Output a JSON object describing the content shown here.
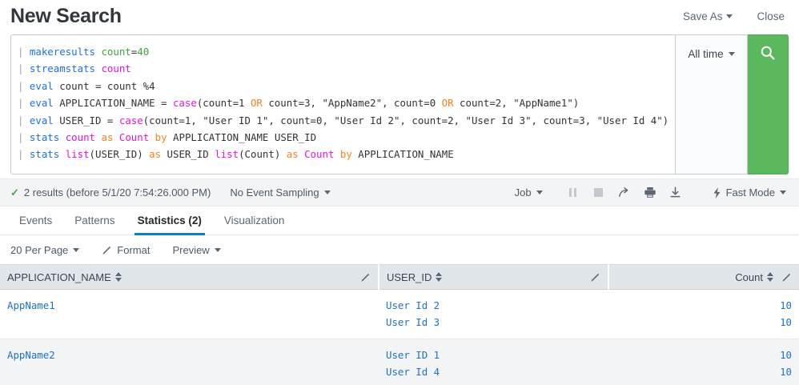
{
  "header": {
    "title": "New Search",
    "save_as_label": "Save As",
    "close_label": "Close"
  },
  "search": {
    "time_range_label": "All time",
    "search_button_icon": "search-icon",
    "query_lines": [
      [
        {
          "t": "| ",
          "c": "pipe"
        },
        {
          "t": "makeresults",
          "c": "cmd"
        },
        {
          "t": " ",
          "c": "plain"
        },
        {
          "t": "count",
          "c": "num"
        },
        {
          "t": "=",
          "c": "plain"
        },
        {
          "t": "40",
          "c": "num"
        }
      ],
      [
        {
          "t": "| ",
          "c": "pipe"
        },
        {
          "t": "streamstats",
          "c": "cmd"
        },
        {
          "t": " ",
          "c": "plain"
        },
        {
          "t": "count",
          "c": "func"
        }
      ],
      [
        {
          "t": "| ",
          "c": "pipe"
        },
        {
          "t": "eval",
          "c": "cmd"
        },
        {
          "t": " count = count %4",
          "c": "plain"
        }
      ],
      [
        {
          "t": "| ",
          "c": "pipe"
        },
        {
          "t": "eval",
          "c": "cmd"
        },
        {
          "t": " APPLICATION_NAME = ",
          "c": "plain"
        },
        {
          "t": "case",
          "c": "func"
        },
        {
          "t": "(count=1 ",
          "c": "plain"
        },
        {
          "t": "OR",
          "c": "kw"
        },
        {
          "t": " count=3, \"AppName2\", count=0 ",
          "c": "plain"
        },
        {
          "t": "OR",
          "c": "kw"
        },
        {
          "t": " count=2, \"AppName1\")",
          "c": "plain"
        }
      ],
      [
        {
          "t": "| ",
          "c": "pipe"
        },
        {
          "t": "eval",
          "c": "cmd"
        },
        {
          "t": " USER_ID = ",
          "c": "plain"
        },
        {
          "t": "case",
          "c": "func"
        },
        {
          "t": "(count=1, \"User ID 1\", count=0, \"User Id 2\", count=2, \"User Id 3\", count=3, \"User Id 4\")",
          "c": "plain"
        }
      ],
      [
        {
          "t": "| ",
          "c": "pipe"
        },
        {
          "t": "stats",
          "c": "cmd"
        },
        {
          "t": " ",
          "c": "plain"
        },
        {
          "t": "count",
          "c": "func"
        },
        {
          "t": " ",
          "c": "plain"
        },
        {
          "t": "as",
          "c": "kw"
        },
        {
          "t": " ",
          "c": "plain"
        },
        {
          "t": "Count",
          "c": "func"
        },
        {
          "t": " ",
          "c": "plain"
        },
        {
          "t": "by",
          "c": "kw"
        },
        {
          "t": " APPLICATION_NAME USER_ID",
          "c": "plain"
        }
      ],
      [
        {
          "t": "| ",
          "c": "pipe"
        },
        {
          "t": "stats",
          "c": "cmd"
        },
        {
          "t": " ",
          "c": "plain"
        },
        {
          "t": "list",
          "c": "func"
        },
        {
          "t": "(USER_ID) ",
          "c": "plain"
        },
        {
          "t": "as",
          "c": "kw"
        },
        {
          "t": " USER_ID ",
          "c": "plain"
        },
        {
          "t": "list",
          "c": "func"
        },
        {
          "t": "(Count) ",
          "c": "plain"
        },
        {
          "t": "as",
          "c": "kw"
        },
        {
          "t": " ",
          "c": "plain"
        },
        {
          "t": "Count",
          "c": "func"
        },
        {
          "t": " ",
          "c": "plain"
        },
        {
          "t": "by",
          "c": "kw"
        },
        {
          "t": " APPLICATION_NAME",
          "c": "plain"
        }
      ]
    ]
  },
  "results_bar": {
    "result_summary": "2 results (before 5/1/20 7:54:26.000 PM)",
    "event_sampling_label": "No Event Sampling",
    "job_label": "Job",
    "mode_label": "Fast Mode",
    "icons": [
      "pause-icon",
      "stop-icon",
      "share-icon",
      "print-icon",
      "export-icon"
    ]
  },
  "tabs": [
    {
      "label": "Events",
      "active": false
    },
    {
      "label": "Patterns",
      "active": false
    },
    {
      "label": "Statistics (2)",
      "active": true
    },
    {
      "label": "Visualization",
      "active": false
    }
  ],
  "table_toolbar": {
    "per_page_label": "20 Per Page",
    "format_label": "Format",
    "preview_label": "Preview"
  },
  "table": {
    "columns": [
      {
        "label": "APPLICATION_NAME",
        "align": "left"
      },
      {
        "label": "USER_ID",
        "align": "left"
      },
      {
        "label": "Count",
        "align": "right"
      }
    ],
    "rows": [
      {
        "application_name": "AppName1",
        "user_ids": [
          "User Id 2",
          "User Id 3"
        ],
        "counts": [
          "10",
          "10"
        ]
      },
      {
        "application_name": "AppName2",
        "user_ids": [
          "User ID 1",
          "User Id 4"
        ],
        "counts": [
          "10",
          "10"
        ]
      }
    ]
  },
  "colors": {
    "accent_blue": "#0c7fd4",
    "search_green": "#5cb85c",
    "link_blue": "#1e72c4",
    "header_gray": "#e1e6eb"
  }
}
